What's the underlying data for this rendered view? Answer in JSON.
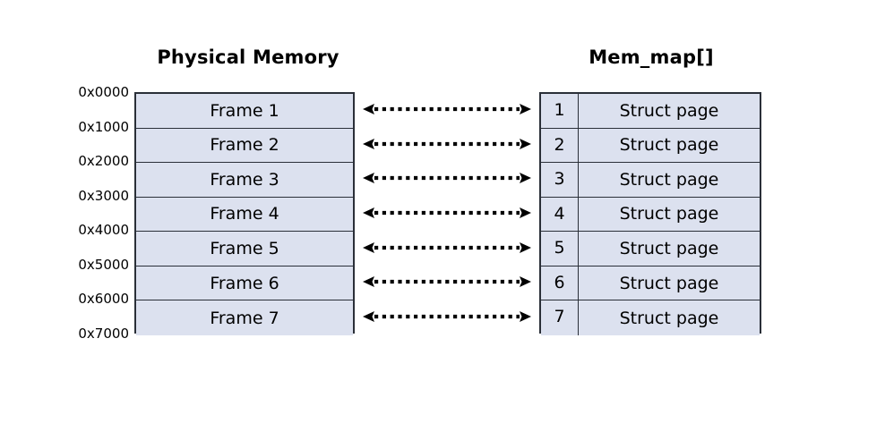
{
  "diagram": {
    "type": "memory-mapping-diagram",
    "background_color": "#ffffff",
    "cell_fill_color": "#dce1ef",
    "border_color": "#2a2f38",
    "arrow_color": "#000000"
  },
  "left_panel": {
    "title": "Physical Memory",
    "address_labels": [
      "0x0000",
      "0x1000",
      "0x2000",
      "0x3000",
      "0x4000",
      "0x5000",
      "0x6000",
      "0x7000"
    ],
    "frames": [
      {
        "label": "Frame 1"
      },
      {
        "label": "Frame 2"
      },
      {
        "label": "Frame 3"
      },
      {
        "label": "Frame 4"
      },
      {
        "label": "Frame 5"
      },
      {
        "label": "Frame 6"
      },
      {
        "label": "Frame 7"
      }
    ]
  },
  "right_panel": {
    "title": "Mem_map[]",
    "entries": [
      {
        "index": "1",
        "label": "Struct page"
      },
      {
        "index": "2",
        "label": "Struct page"
      },
      {
        "index": "3",
        "label": "Struct page"
      },
      {
        "index": "4",
        "label": "Struct page"
      },
      {
        "index": "5",
        "label": "Struct page"
      },
      {
        "index": "6",
        "label": "Struct page"
      },
      {
        "index": "7",
        "label": "Struct page"
      }
    ]
  },
  "connectors": {
    "count": 7,
    "style": "dotted",
    "arrowheads": "both",
    "icon": "double-headed-dotted-arrow-icon"
  }
}
